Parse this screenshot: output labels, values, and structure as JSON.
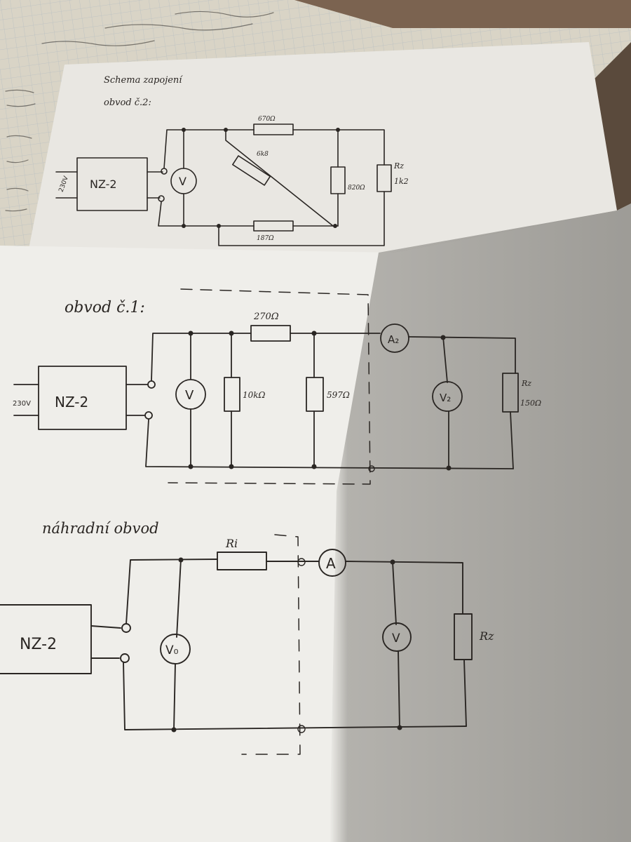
{
  "colors": {
    "ink": "#2a2623",
    "paper": "#efeeea",
    "paper_shadow": "#9a9893",
    "background": "#5a4a3c",
    "notebook": "#d9d4c6"
  },
  "diagram1": {
    "title_line1": "Schema zapojení",
    "title_line2": "obvod č.2:",
    "source_label": "NZ-2",
    "input_label": "230V",
    "voltmeter_label": "V",
    "r_top_label": "670Ω",
    "r_diag_label": "6k8",
    "r_mid_label": "820Ω",
    "r_bottom_label": "187Ω",
    "rz_label_1": "Rz",
    "rz_label_2": "1k2"
  },
  "diagram2": {
    "title": "obvod č.1:",
    "source_label": "NZ-2",
    "input_label": "230V",
    "voltmeter_label": "V",
    "r_series_label": "270Ω",
    "r_par1_label": "10kΩ",
    "r_par2_label": "597Ω",
    "ammeter_label": "A₂",
    "voltmeter2_label": "V₂",
    "rz_label_1": "Rz",
    "rz_label_2": "150Ω"
  },
  "diagram3": {
    "title": "náhradní obvod",
    "source_label": "NZ-2",
    "voltmeter_label": "V₀",
    "ri_label": "Ri",
    "ammeter_label": "A",
    "voltmeter2_label": "V",
    "rz_label": "Rz"
  }
}
